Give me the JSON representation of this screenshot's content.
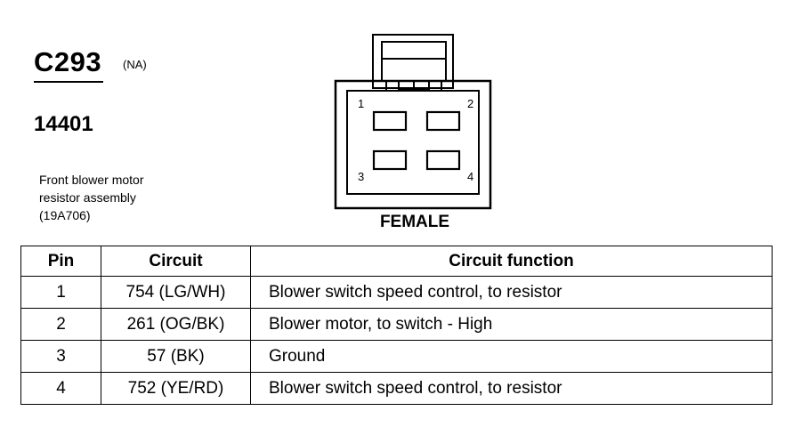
{
  "header": {
    "connector_id": "C293",
    "region": "(NA)",
    "part_number": "14401",
    "description": [
      "Front blower motor",
      "resistor assembly",
      "(19A706)"
    ]
  },
  "connector_face": {
    "gender": "FEMALE",
    "pin_numbers": [
      "1",
      "2",
      "3",
      "4"
    ]
  },
  "table": {
    "headers": [
      "Pin",
      "Circuit",
      "Circuit function"
    ],
    "rows": [
      {
        "pin": "1",
        "circuit": "754 (LG/WH)",
        "function": "Blower switch speed control, to resistor"
      },
      {
        "pin": "2",
        "circuit": "261 (OG/BK)",
        "function": "Blower motor, to switch - High"
      },
      {
        "pin": "3",
        "circuit": "57 (BK)",
        "function": "Ground"
      },
      {
        "pin": "4",
        "circuit": "752 (YE/RD)",
        "function": "Blower switch speed control, to resistor"
      }
    ]
  }
}
